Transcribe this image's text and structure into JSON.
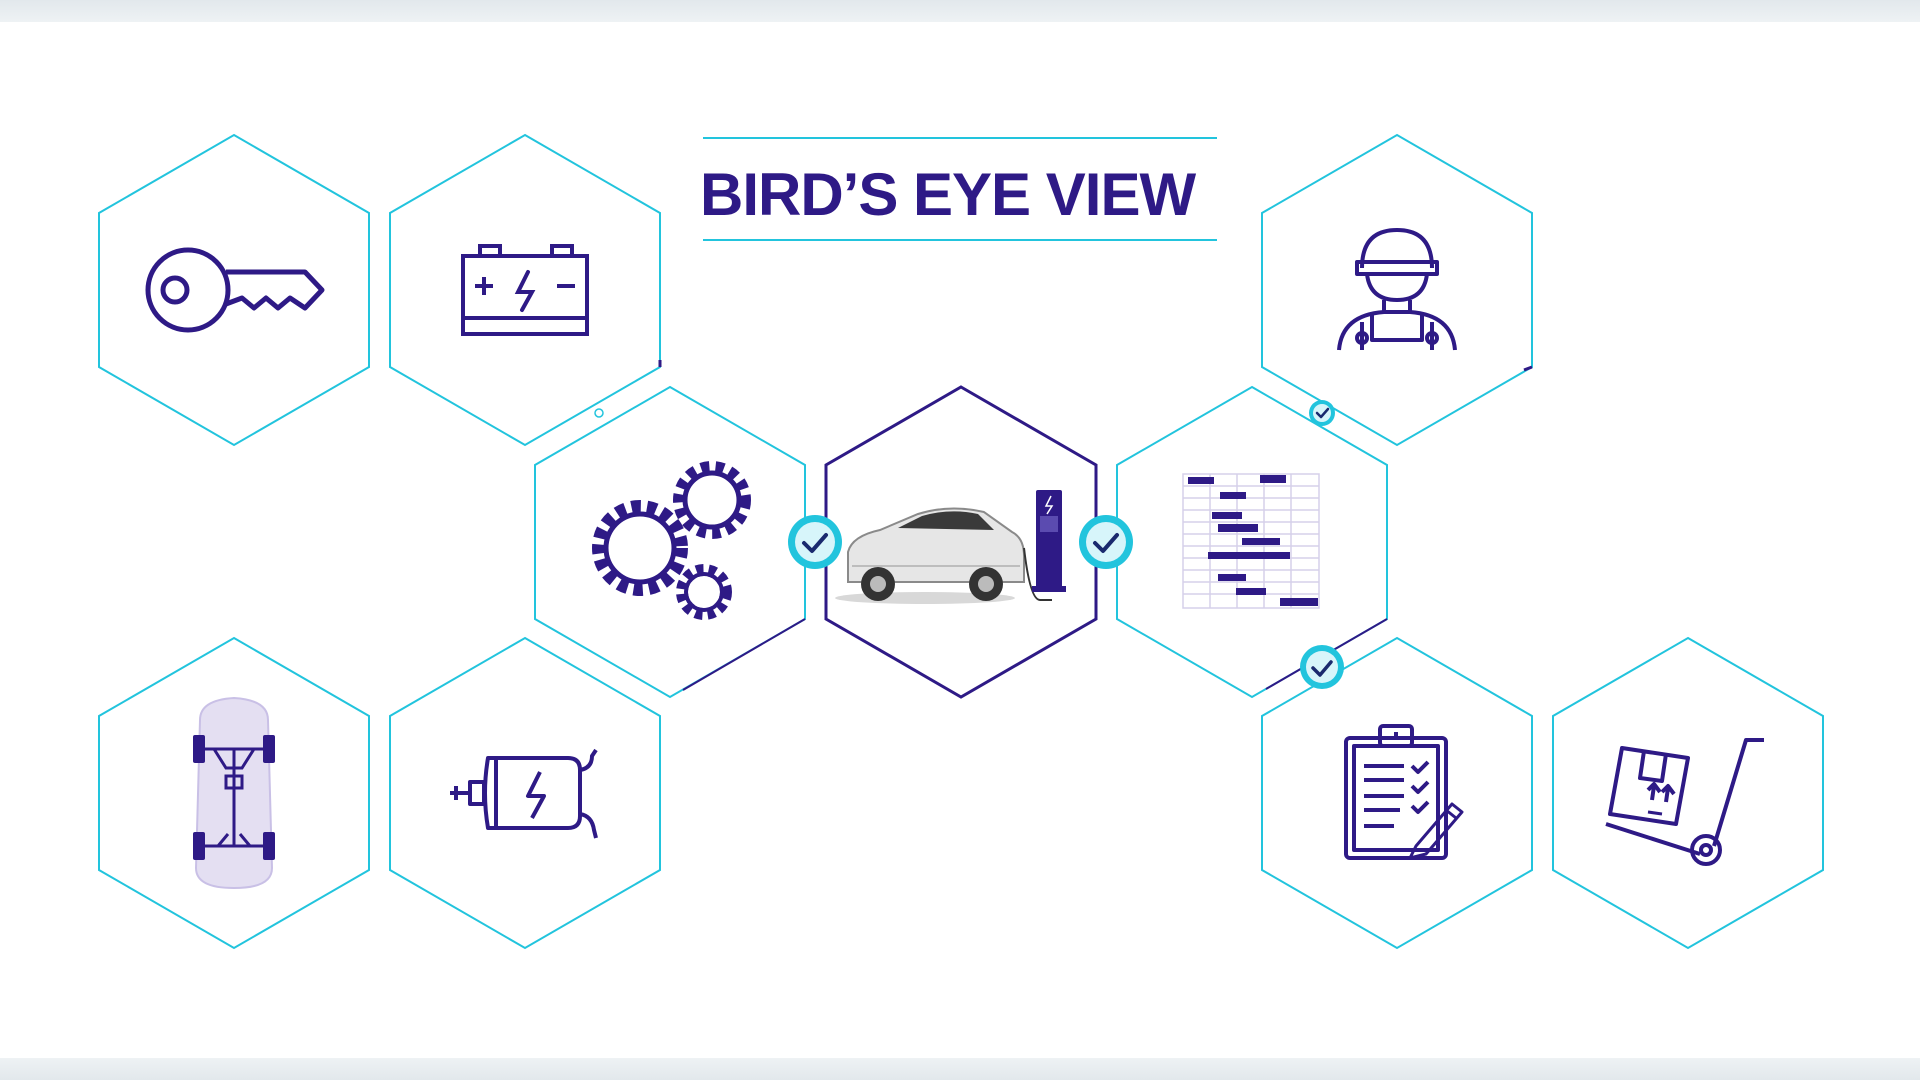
{
  "title": "BIRD’S EYE VIEW",
  "colors": {
    "hex_border": "#22c4dd",
    "hex_accent": "#2e1a86",
    "icon": "#2e1a86",
    "check_fill": "#22c4dd",
    "check_bg": "#d7f5fa",
    "band": "#e6ecef",
    "car_body": "#e6e6e6",
    "chassis_body": "#e4dff2"
  },
  "tiles": [
    {
      "id": "key",
      "icon": "key-icon",
      "row": 0,
      "col": 0
    },
    {
      "id": "battery",
      "icon": "battery-icon",
      "row": 0,
      "col": 1
    },
    {
      "id": "technician",
      "icon": "technician-icon",
      "row": 0,
      "col": 4
    },
    {
      "id": "gears",
      "icon": "gears-icon",
      "row": 1,
      "col": 0
    },
    {
      "id": "ev",
      "icon": "ev-charging-car-icon",
      "row": 1,
      "col": 1,
      "highlight": true
    },
    {
      "id": "schedule",
      "icon": "gantt-schedule-icon",
      "row": 1,
      "col": 2
    },
    {
      "id": "chassis",
      "icon": "chassis-icon",
      "row": 2,
      "col": 0
    },
    {
      "id": "motor",
      "icon": "electric-motor-icon",
      "row": 2,
      "col": 1
    },
    {
      "id": "checklist",
      "icon": "checklist-icon",
      "row": 2,
      "col": 4
    },
    {
      "id": "delivery",
      "icon": "hand-truck-icon",
      "row": 2,
      "col": 5
    }
  ],
  "checks": [
    "check-gears-ev",
    "check-ev-schedule",
    "check-schedule-technician",
    "check-schedule-checklist"
  ]
}
